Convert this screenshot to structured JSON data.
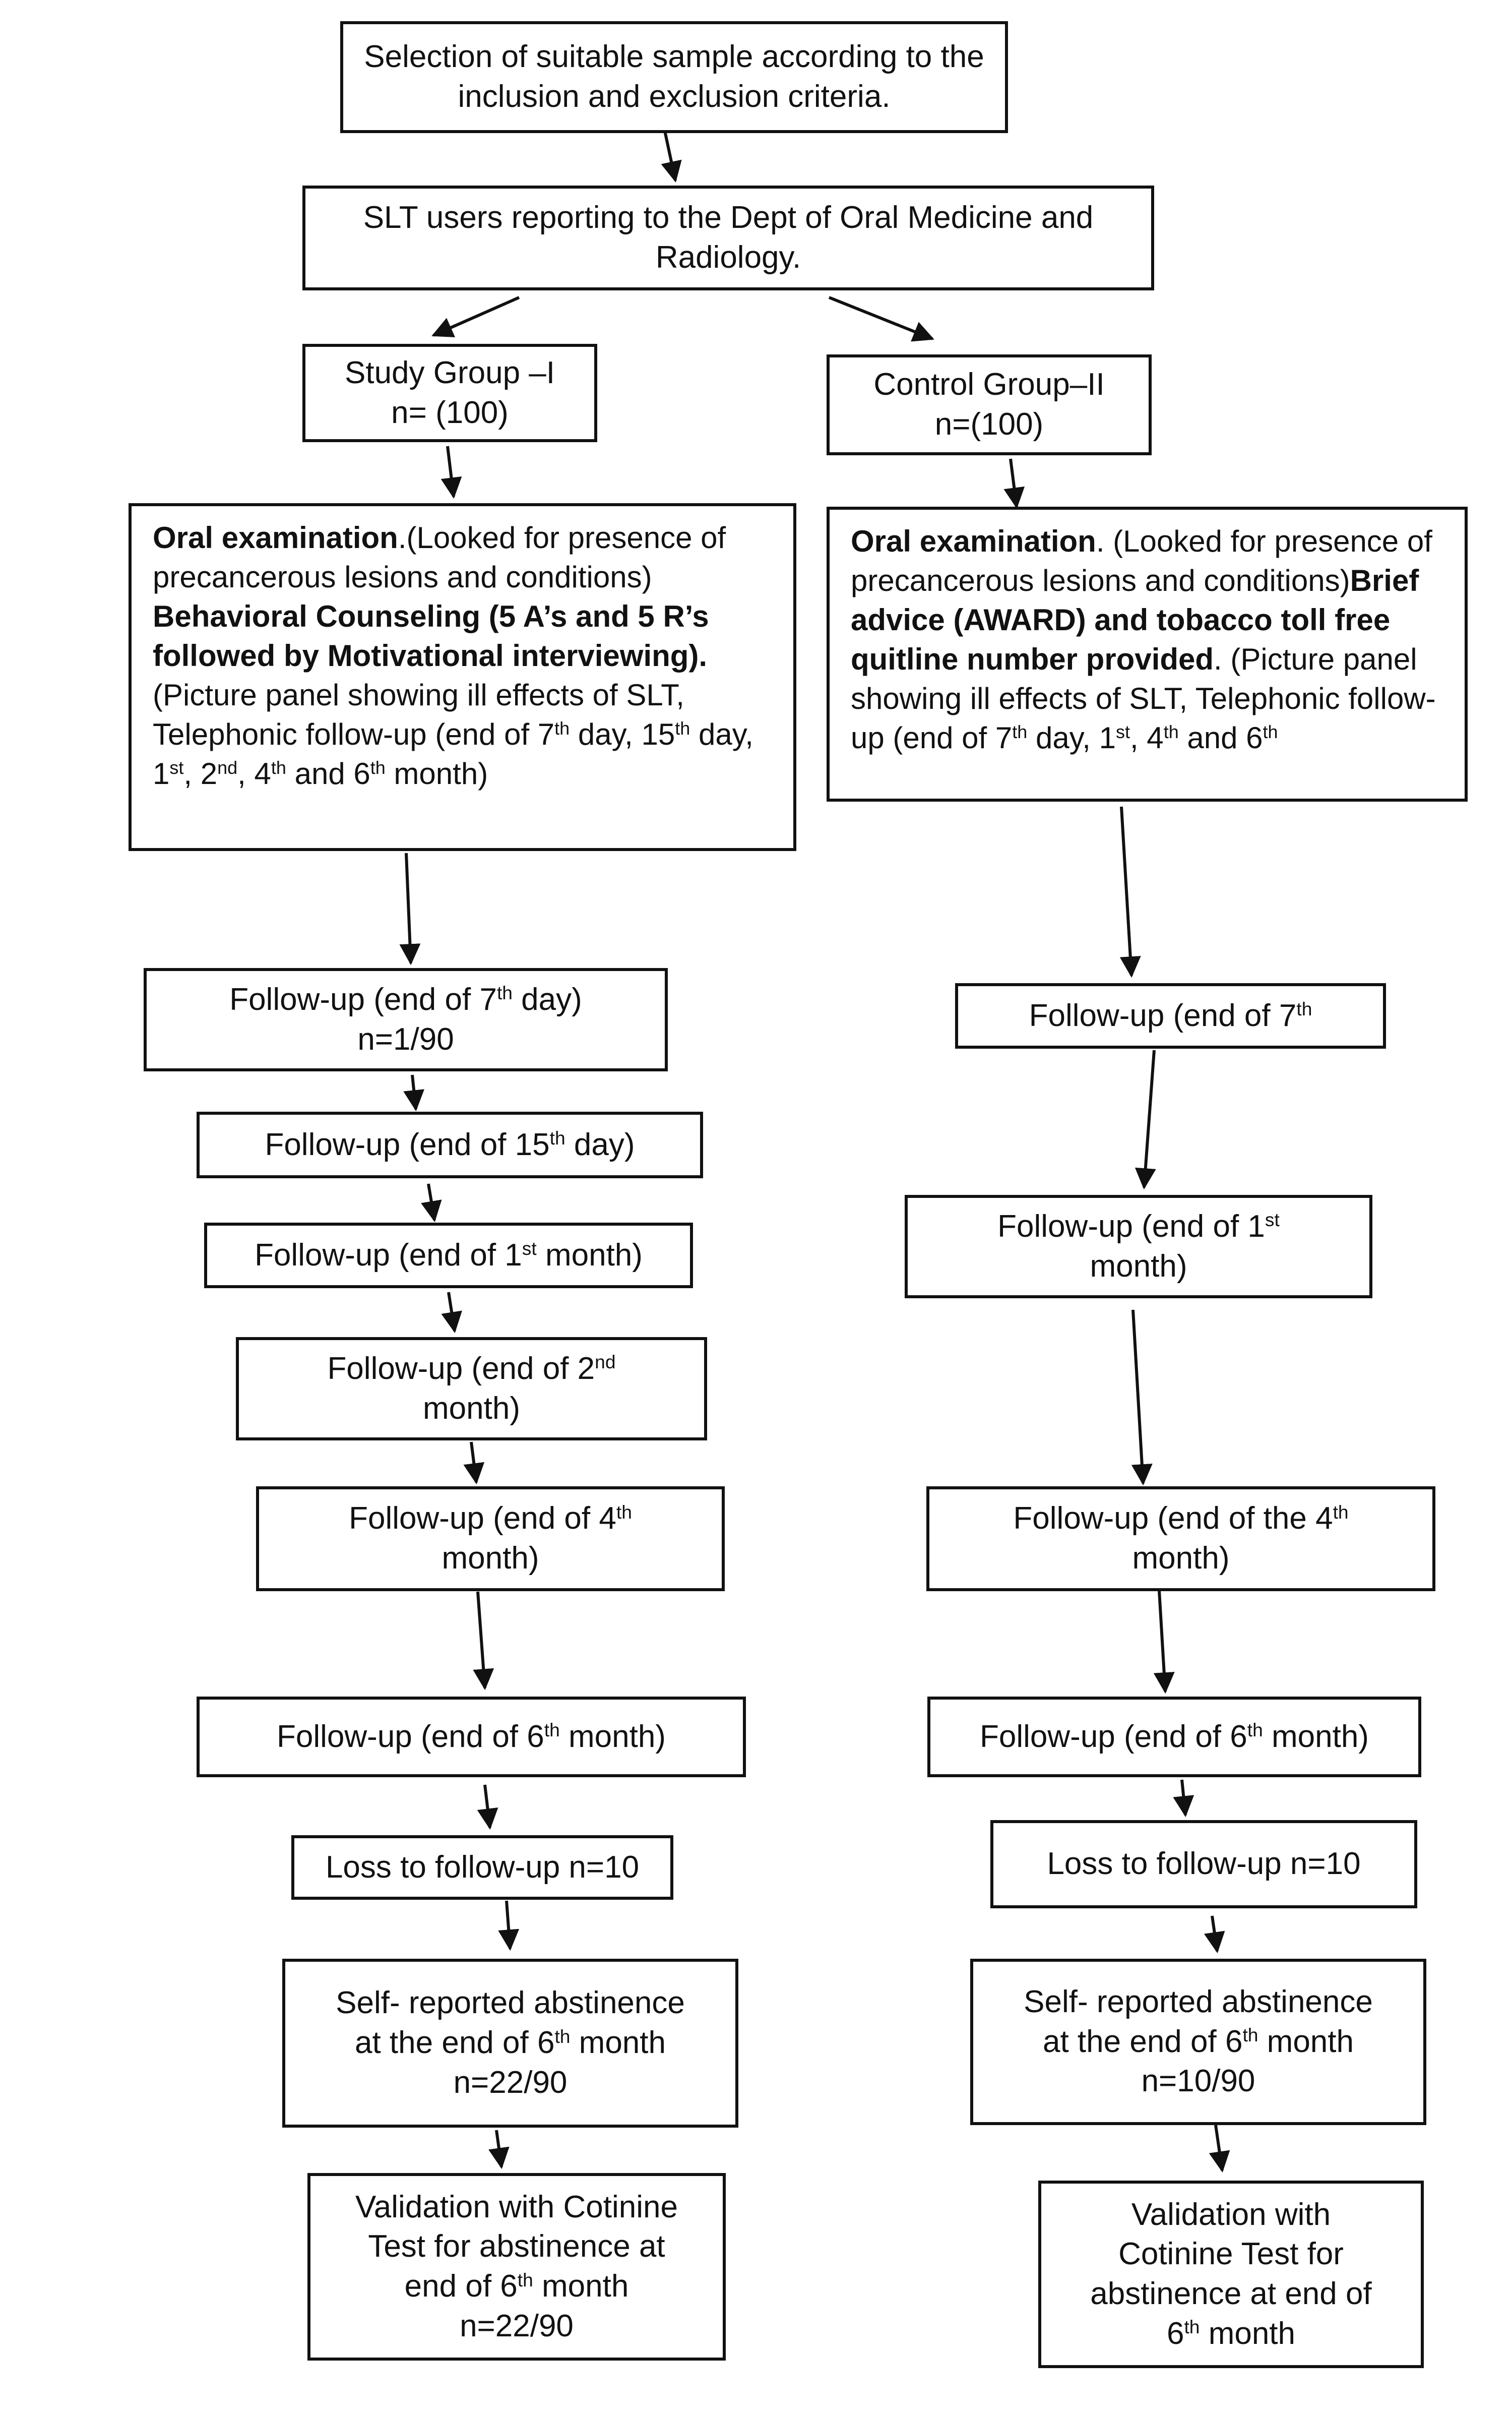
{
  "top": {
    "selection": "Selection of suitable sample according to the inclusion and exclusion criteria.",
    "population": "SLT users reporting to the Dept of Oral Medicine and Radiology."
  },
  "study": {
    "group_title": "Study Group –I",
    "group_n": "n= (100)",
    "exam_bold": "Oral examination",
    "exam_text": ".(Looked for presence of precancerous lesions and conditions)",
    "counsel_bold": "Behavioral Counseling (5 A’s and 5 R’s followed by Motivational interviewing).",
    "panel_text": "(Picture panel showing ill effects of SLT, Telephonic follow-up (end of 7",
    "panel_text2": " day, 15",
    "panel_text3": " day, 1",
    "panel_text4": ", 2",
    "panel_text5": ", 4",
    "panel_text6": " and 6",
    "panel_text7": " month)",
    "fu7_a": "Follow-up (end of 7",
    "fu7_b": " day)",
    "fu7_n": "n=1/90",
    "fu15_a": "Follow-up (end of 15",
    "fu15_b": " day)",
    "fu1_a": "Follow-up (end of 1",
    "fu1_b": " month)",
    "fu2_a": "Follow-up (end of 2",
    "fu2_b": "month)",
    "fu4_a": "Follow-up (end of 4",
    "fu4_b": "month)",
    "fu6_a": "Follow-up (end of 6",
    "fu6_b": " month)",
    "loss": "Loss to follow-up n=10",
    "abst_1": "Self- reported abstinence",
    "abst_2a": "at the end of 6",
    "abst_2b": " month",
    "abst_n": "n=22/90",
    "val_1": "Validation with Cotinine",
    "val_2": "Test for abstinence at",
    "val_3a": "end of 6",
    "val_3b": " month",
    "val_n": "n=22/90"
  },
  "control": {
    "group_title": "Control Group–II",
    "group_n": "n=(100)",
    "exam_bold": "Oral examination",
    "exam_text": ". (Looked for presence of precancerous lesions and conditions)",
    "advice_bold": "Brief advice (AWARD) and tobacco toll free quitline number provided",
    "panel_text": ". (Picture panel showing ill effects of SLT, Telephonic follow-up (end of 7",
    "panel_text2": " day, 1",
    "panel_text3": ", 4",
    "panel_text4": " and 6",
    "fu7_a": "Follow-up (end of 7",
    "fu1_a": "Follow-up (end of 1",
    "fu1_b": "month)",
    "fu4_a": "Follow-up (end of the 4",
    "fu4_b": "month)",
    "fu6_a": "Follow-up (end of 6",
    "fu6_b": " month)",
    "loss": "Loss to follow-up n=10",
    "abst_1": "Self- reported abstinence",
    "abst_2a": "at the end of 6",
    "abst_2b": " month",
    "abst_n": "n=10/90",
    "val_1": "Validation with",
    "val_2": "Cotinine Test for",
    "val_3": "abstinence at end of",
    "val_4b": " month"
  },
  "ordinals": {
    "th": "th",
    "st": "st",
    "nd": "nd",
    "six": "6"
  }
}
